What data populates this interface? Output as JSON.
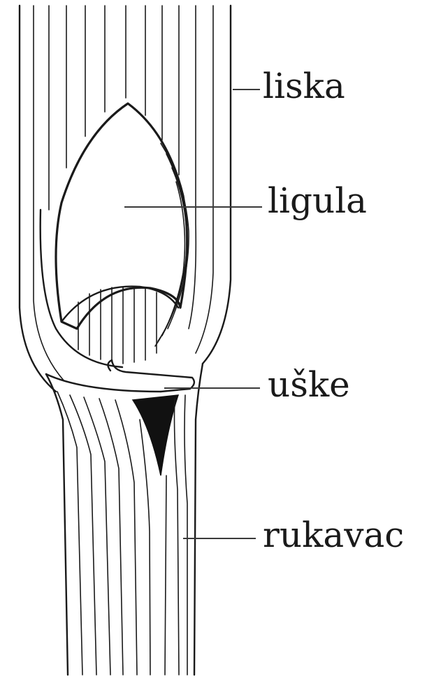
{
  "labels": {
    "liska": "liska",
    "ligula": "ligula",
    "uske": "uške",
    "rukavac": "rukavac"
  },
  "colors": {
    "ink": "#1a1a1a",
    "background": "#ffffff"
  }
}
